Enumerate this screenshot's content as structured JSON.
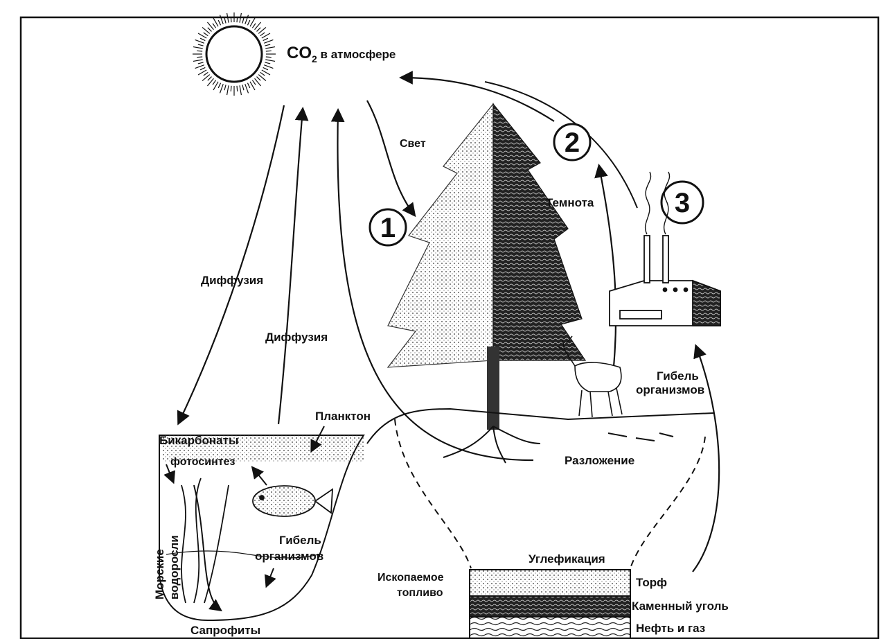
{
  "labels": {
    "co2": "CO",
    "co2_sub": "2",
    "co2_rest": " в атмосфере",
    "light": "Свет",
    "dark": "Темнота",
    "diffusion_1": "Диффузия",
    "diffusion_2": "Диффузия",
    "plankton": "Планктон",
    "bicarbonates": "Бикарбонаты",
    "photosynthesis": "фотосинтез",
    "seaweed_1": "Морские",
    "seaweed_2": "водоросли",
    "death_water_1": "Гибель",
    "death_water_2": "организмов",
    "saprophytes": "Сапрофиты",
    "death_land_1": "Гибель",
    "death_land_2": "организмов",
    "decomposition": "Разложение",
    "coalification": "Углефикация",
    "fossil_1": "Ископаемое",
    "fossil_2": "топливо",
    "peat": "Торф",
    "coal": "Каменный уголь",
    "oil_gas": "Нефть и газ"
  },
  "markers": {
    "m1": "1",
    "m2": "2",
    "m3": "3"
  },
  "colors": {
    "ink": "#111111",
    "paper": "#ffffff"
  }
}
